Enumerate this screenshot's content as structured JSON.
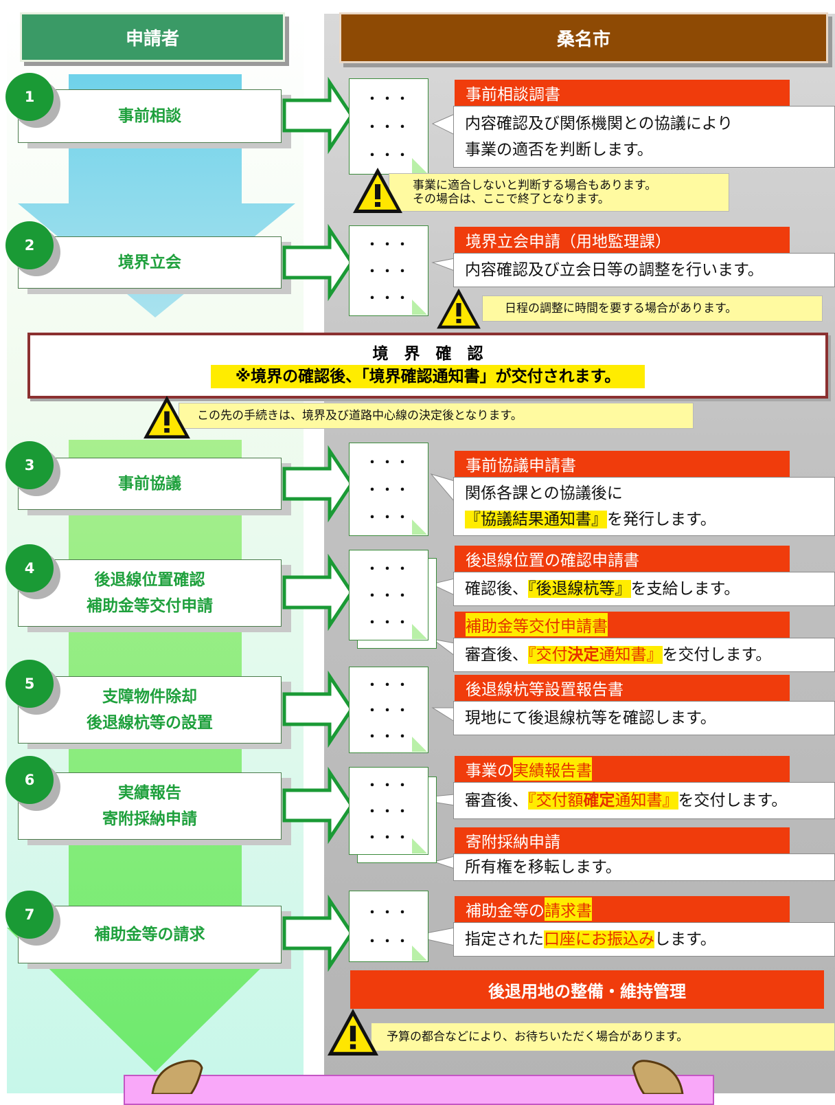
{
  "headers": {
    "applicant": "申請者",
    "city": "桑名市"
  },
  "steps": [
    {
      "num": "1",
      "lines": [
        "事前相談"
      ]
    },
    {
      "num": "2",
      "lines": [
        "境界立会"
      ]
    },
    {
      "num": "3",
      "lines": [
        "事前協議"
      ]
    },
    {
      "num": "4",
      "lines": [
        "後退線位置確認",
        "補助金等交付申請"
      ]
    },
    {
      "num": "5",
      "lines": [
        "支障物件除却",
        "後退線杭等の設置"
      ]
    },
    {
      "num": "6",
      "lines": [
        "実績報告",
        "寄附採納申請"
      ]
    },
    {
      "num": "7",
      "lines": [
        "補助金等の請求"
      ]
    }
  ],
  "doc_dots": "・・・",
  "city": {
    "s1": {
      "title": "事前相談調書",
      "l1": "内容確認及び関係機関との協議により",
      "l2": "事業の適否を判断します。"
    },
    "s2": {
      "title": "境界立会申請（用地監理課）",
      "l1": "内容確認及び立会日等の調整を行います。"
    },
    "s3": {
      "title": "事前協議申請書",
      "l1": "関係各課との協議後に",
      "l2a": "『協議結果通知書』",
      "l2b": "を発行します。"
    },
    "s4a": {
      "title": "後退線位置の確認申請書",
      "l1a": "確認後、",
      "l1b": "『後退線杭等』",
      "l1c": "を支給します。"
    },
    "s4b": {
      "title": "補助金等交付申請書",
      "l1a": "審査後、",
      "l1b": "『交付",
      "l1c": "決定",
      "l1d": "通知書』",
      "l1e": "を交付します。"
    },
    "s5": {
      "title": "後退線杭等設置報告書",
      "l1": "現地にて後退線杭等を確認します。"
    },
    "s6a": {
      "title_a": "事業の",
      "title_b": "実績報告書",
      "l1a": "審査後、",
      "l1b": "『交付額",
      "l1c": "確定",
      "l1d": "通知書』",
      "l1e": "を交付します。"
    },
    "s6b": {
      "title": "寄附採納申請",
      "l1": "所有権を移転します。"
    },
    "s7": {
      "title_a": "補助金等の",
      "title_b": "請求書",
      "l1a": "指定された",
      "l1b": "口座にお振込み",
      "l1c": "します。"
    },
    "final": "後退用地の整備・維持管理"
  },
  "boundary": {
    "title": "境　界　確　認",
    "sub": "※境界の確認後、「境界確認通知書」が交付されます。"
  },
  "warnings": {
    "w1a": "事業に適合しないと判断する場合もあります。",
    "w1b": "その場合は、ここで終了となります。",
    "w2": "日程の調整に時間を要する場合があります。",
    "w3": "この先の手続きは、境界及び道路中心線の決定後となります。",
    "w4": "予算の都合などにより、お待ちいただく場合があります。"
  },
  "colors": {
    "green": "#1a9a35",
    "red": "#f03c0c",
    "yellow": "#ffec00",
    "brown": "#8e4a04"
  }
}
